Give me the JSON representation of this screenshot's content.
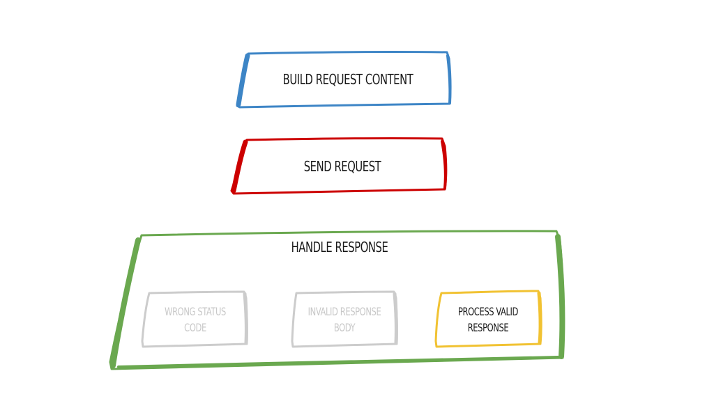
{
  "colors": {
    "build": "#3d85c6",
    "send": "#cc0000",
    "handle": "#6aa84f",
    "muted": "#cccccc",
    "valid": "#f1c232",
    "text": "#1a1a1a",
    "muted_text": "#c8c8c8"
  },
  "steps": {
    "build_request": "BUILD REQUEST CONTENT",
    "send_request": "SEND REQUEST",
    "handle_response": "HANDLE RESPONSE"
  },
  "outcomes": {
    "wrong_status": [
      "WRONG STATUS",
      "CODE"
    ],
    "invalid_body": [
      "INVALID RESPONSE",
      "BODY"
    ],
    "process_valid": [
      "PROCESS VALID",
      "RESPONSE"
    ]
  }
}
